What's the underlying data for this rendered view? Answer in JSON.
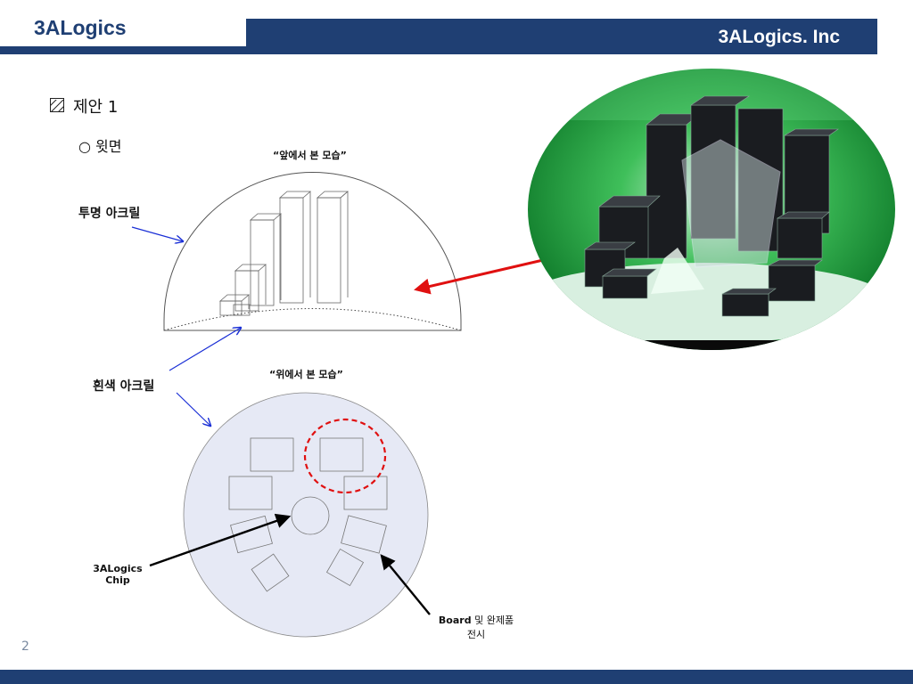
{
  "header": {
    "logo": "3ALogics",
    "company": "3ALogics. Inc"
  },
  "slide": {
    "heading": "제안 1",
    "subheading": "○ 윗면",
    "front_view_caption": "“앞에서 본 모습”",
    "top_view_caption": "“위에서 본 모습”",
    "label_clear_acrylic": "투명 아크릴",
    "label_white_acrylic": "흰색 아크릴",
    "label_chip_line1": "3ALogics",
    "label_chip_line2": "Chip",
    "label_board_bold": "Board",
    "label_board_rest": " 및 완제품",
    "label_board_line2": "전시",
    "page_number": "2"
  },
  "colors": {
    "brand": "#1f3f73",
    "highlight_red": "#e01010",
    "disc_fill": "#e6e9f5",
    "photo_green": "#1fa23a"
  }
}
